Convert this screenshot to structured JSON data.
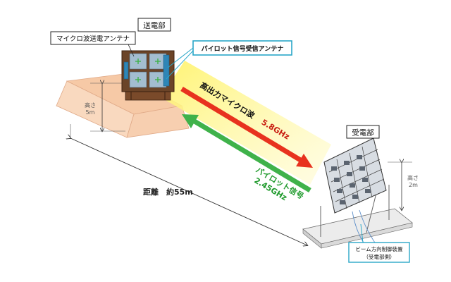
{
  "labels": {
    "transmit_antenna": "マイクロ波送電アンテナ",
    "transmit_unit": "送電部",
    "pilot_receive_antenna": "パイロット信号受信アンテナ",
    "microwave_line1": "高出力マイクロ波",
    "microwave_freq": "5.8GHz",
    "pilot_line1": "パイロット信号",
    "pilot_freq": "2.45GHz",
    "receive_unit": "受電部",
    "height_left_1": "高さ",
    "height_left_2": "5m",
    "height_right_1": "高さ",
    "height_right_2": "2m",
    "distance": "距離　約55m",
    "beam_control_1": "ビーム方向制御装置",
    "beam_control_2": "（受電部側）"
  },
  "colors": {
    "platform_fill": "#f9d2b3",
    "beam_yellow": "#fff69a",
    "microwave_red": "#e8321e",
    "pilot_green": "#3fb24a",
    "pilot_text_green": "#1f9a2c",
    "callout_border": "#2aa7c8",
    "antenna_dark": "#5a3a22",
    "antenna_panel": "#9bb4c8"
  }
}
